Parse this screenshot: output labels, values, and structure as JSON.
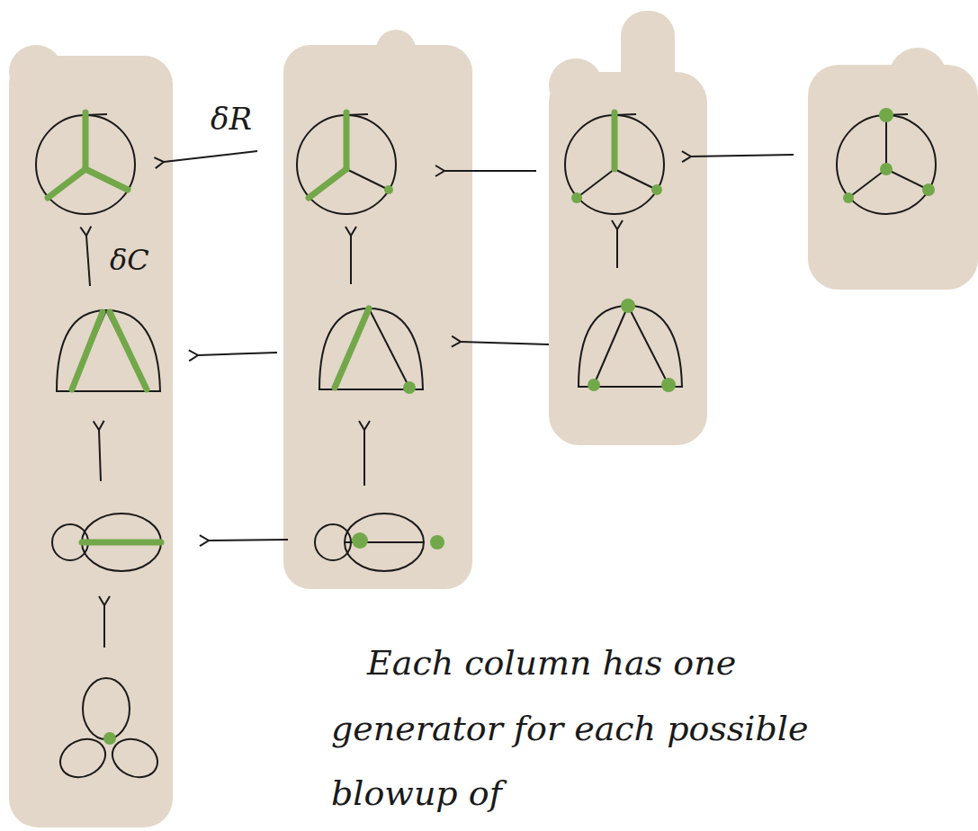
{
  "diagram": {
    "labels": [
      "δR",
      "δC",
      "Each column has one generator for each possible blowup of"
    ]
  }
}
